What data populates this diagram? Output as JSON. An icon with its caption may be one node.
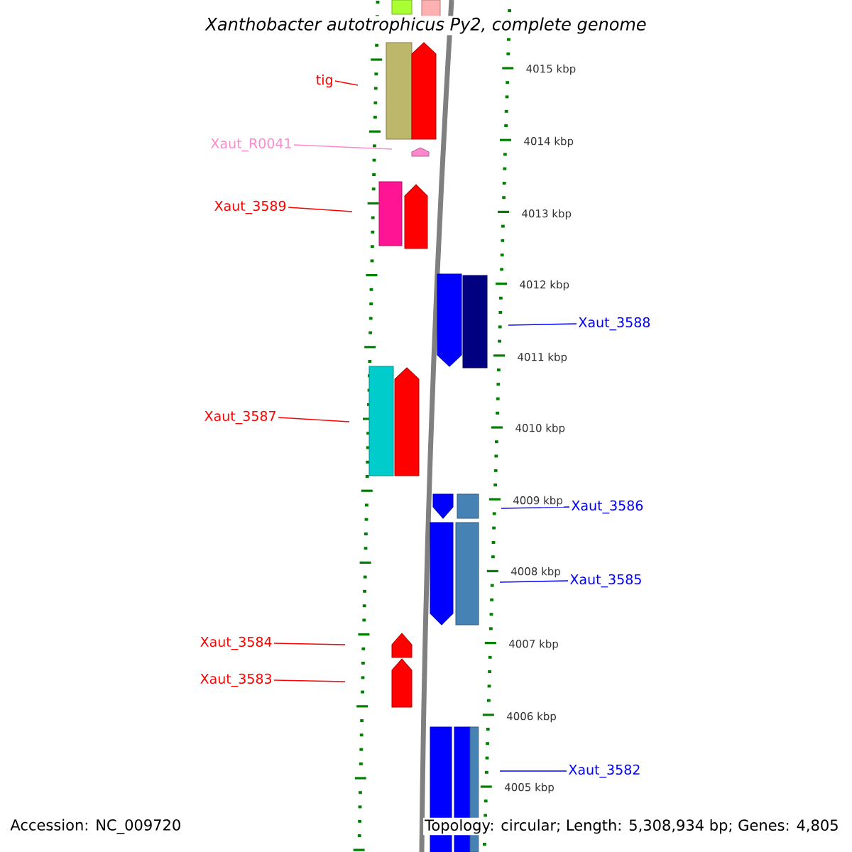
{
  "diagram": {
    "title": "Xanthobacter autotrophicus Py2, complete genome",
    "nodes": [
      {
        "text": [
          "tig"
        ]
      },
      {
        "text": [
          "Xaut_R0041"
        ]
      },
      {
        "text": [
          "Xaut_3589"
        ]
      },
      {
        "text": [
          "Xaut_3588"
        ]
      },
      {
        "text": [
          "Xaut_3587"
        ]
      },
      {
        "text": [
          "Xaut_3586"
        ]
      },
      {
        "text": [
          "Xaut_3585"
        ]
      },
      {
        "text": [
          "Xaut_3584"
        ]
      },
      {
        "text": [
          "Xaut_3583"
        ]
      },
      {
        "text": [
          "Xaut_3582"
        ]
      }
    ],
    "edges": [
      {
        "from": 0,
        "to": null,
        "arrow": "none"
      },
      {
        "from": 1,
        "to": null,
        "arrow": "none",
        "color": "#ff88cc"
      },
      {
        "from": 2,
        "to": null,
        "arrow": "none"
      },
      {
        "from": 3,
        "to": null,
        "arrow": "none",
        "color": "#0000ff"
      },
      {
        "from": 4,
        "to": null,
        "arrow": "none"
      },
      {
        "from": 5,
        "to": null,
        "arrow": "none",
        "color": "#0000ff"
      },
      {
        "from": 6,
        "to": null,
        "arrow": "none",
        "color": "#0000ff"
      },
      {
        "from": 7,
        "to": null,
        "arrow": "none"
      },
      {
        "from": 8,
        "to": null,
        "arrow": "none"
      },
      {
        "from": 9,
        "to": null,
        "arrow": "none",
        "color": "#0000ff"
      }
    ],
    "labels": [
      "4015 kbp",
      "4014 kbp",
      "4013 kbp",
      "4012 kbp",
      "4011 kbp",
      "4010 kbp",
      "4009 kbp",
      "4008 kbp",
      "4007 kbp",
      "4006 kbp",
      "4005 kbp",
      "Accession: NC_009720",
      "Topology: circular; Length: 5,308,934 bp; Genes: 4,805"
    ]
  }
}
